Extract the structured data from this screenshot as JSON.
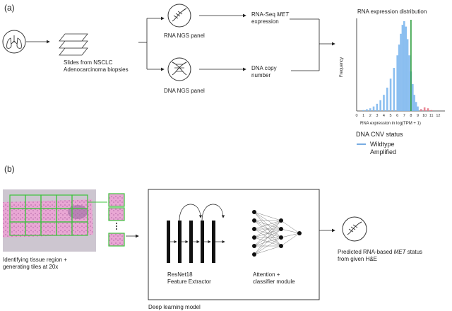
{
  "panel_a": {
    "label": "(a)",
    "slides_label_1": "Slides from NSCLC",
    "slides_label_2": "Adenocarcinoma biopsies",
    "rna_panel_label": "RNA NGS panel",
    "dna_panel_label": "DNA NGS panel",
    "rna_expr_1_prefix": "RNA-Seq ",
    "rna_expr_1_italic": "MET",
    "rna_expr_2": "expression",
    "dna_copy_1": "DNA copy",
    "dna_copy_2": "number",
    "dist_title": "RNA expression distribution",
    "legend_title": "DNA CNV status",
    "legend_items": [
      {
        "label": "Wildtype",
        "color": "#4a90d9"
      },
      {
        "label": "Amplified",
        "color": "#e87a8a"
      }
    ]
  },
  "panel_b": {
    "label": "(b)",
    "tiles_label_1": "Identifying tissue region +",
    "tiles_label_2": "generating tiles at 20x",
    "resnet_1": "ResNet18",
    "resnet_2": "Feature Extractor",
    "attention_1": "Attention +",
    "attention_2": "classifier module",
    "box_label": "Deep learning model",
    "pred_1_prefix": "Predicted RNA-based ",
    "pred_1_italic": "MET",
    "pred_1_suffix": " status",
    "pred_2": "from given H&E"
  },
  "chart_data": {
    "type": "bar",
    "title": "RNA expression distribution",
    "xlabel": "RNA expression in log(TPM + 1)",
    "ylabel": "Frequency",
    "xlim": [
      0,
      13
    ],
    "xticks": [
      "0",
      "1",
      "2",
      "3",
      "4",
      "5",
      "6",
      "7",
      "8",
      "9",
      "10",
      "11",
      "12"
    ],
    "threshold_x": 8.0,
    "threshold_color": "#2e9e3e",
    "series": [
      {
        "name": "Wildtype",
        "color": "#7fb8ee",
        "x": [
          1.0,
          1.5,
          2.0,
          2.5,
          3.0,
          3.5,
          4.0,
          4.5,
          5.0,
          5.5,
          6.0,
          6.25,
          6.5,
          6.75,
          7.0,
          7.25,
          7.5,
          7.75,
          8.0,
          8.25,
          8.5,
          8.75,
          9.0,
          9.5,
          10.0
        ],
        "values": [
          1,
          2,
          3,
          5,
          8,
          12,
          18,
          26,
          36,
          48,
          62,
          74,
          86,
          96,
          100,
          94,
          80,
          62,
          44,
          30,
          18,
          10,
          5,
          2,
          1
        ]
      },
      {
        "name": "Amplified",
        "color": "#e87a8a",
        "x": [
          9.5,
          10.0,
          10.5,
          11.0
        ],
        "values": [
          2,
          4,
          3,
          1
        ]
      }
    ]
  }
}
